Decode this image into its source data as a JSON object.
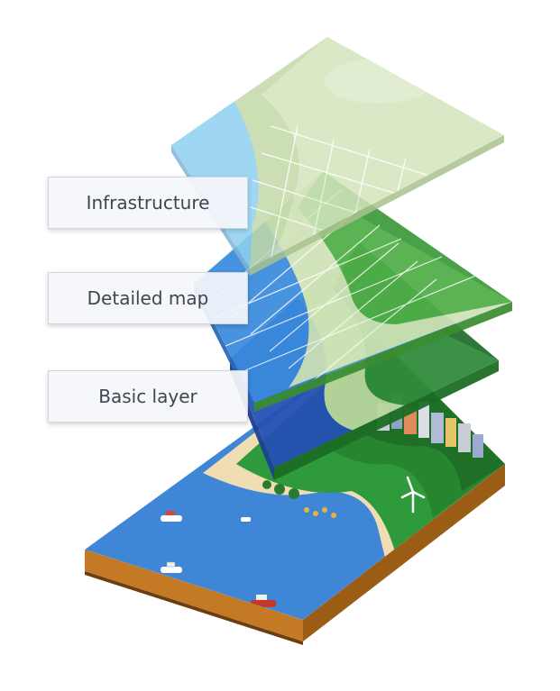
{
  "labels": {
    "infrastructure": "Infrastructure",
    "detailed_map": "Detailed map",
    "basic_layer": "Basic layer"
  },
  "colors": {
    "sea": "#3f86d6",
    "sand": "#f0ddb3",
    "land": "#2e9a3c",
    "soil": "#b06a1c",
    "basic_water": "#2450b5",
    "detailed_water": "#3a8bdd",
    "infra_green": "#c3d9a8"
  }
}
